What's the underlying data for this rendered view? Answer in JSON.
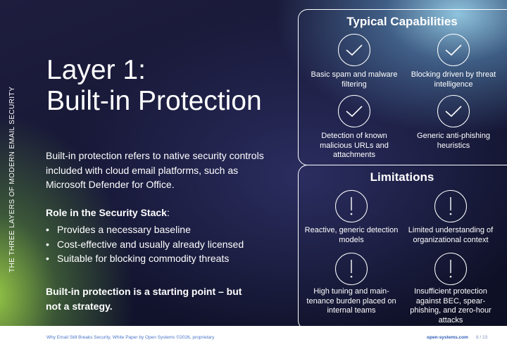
{
  "side_label": "THE THREE LAYERS OF MODERN EMAIL SECURITY",
  "title_line1": "Layer 1:",
  "title_line2": "Built-in Protection",
  "intro": "Built-in protection refers to native security controls included with cloud email platforms, such as Microsoft Defender for Office.",
  "role_heading": "Role in the Security Stack",
  "role_colon": ":",
  "bullets": [
    "Provides a necessary baseline",
    "Cost-effective and usually already licensed",
    "Suitable for blocking commodity threats"
  ],
  "bullet_char": "•",
  "closing": "Built-in protection is a starting point – but not a strategy.",
  "capabilities": {
    "title": "Typical Capabilities",
    "items": [
      {
        "label": "Basic spam and malware filtering",
        "icon": "checkmark-icon"
      },
      {
        "label": "Blocking driven by threat intelligence",
        "icon": "checkmark-icon"
      },
      {
        "label": "Detection of known malicious URLs and attachments",
        "icon": "checkmark-icon"
      },
      {
        "label": "Generic anti-phishing heuristics",
        "icon": "checkmark-icon"
      }
    ]
  },
  "limitations": {
    "title": "Limitations",
    "items": [
      {
        "label": "Reactive, generic detection models",
        "icon": "exclamation-icon"
      },
      {
        "label": "Limited understanding of organizational context",
        "icon": "exclamation-icon"
      },
      {
        "label": "High tuning and main-tenance burden placed on internal teams",
        "icon": "exclamation-icon"
      },
      {
        "label": "Insufficient protection against BEC, spear-phishing, and zero-hour attacks",
        "icon": "exclamation-icon"
      }
    ]
  },
  "footer": {
    "left": "Why Email Still Breaks Security, White Paper by Open Systems ©2026, proprietary",
    "site": "open-systems.com",
    "page": "8 / 23"
  },
  "colors": {
    "footer_link": "#4a76c9",
    "accent_green": "#96c846",
    "accent_blue": "#96cde6",
    "background_dark": "#151634"
  }
}
